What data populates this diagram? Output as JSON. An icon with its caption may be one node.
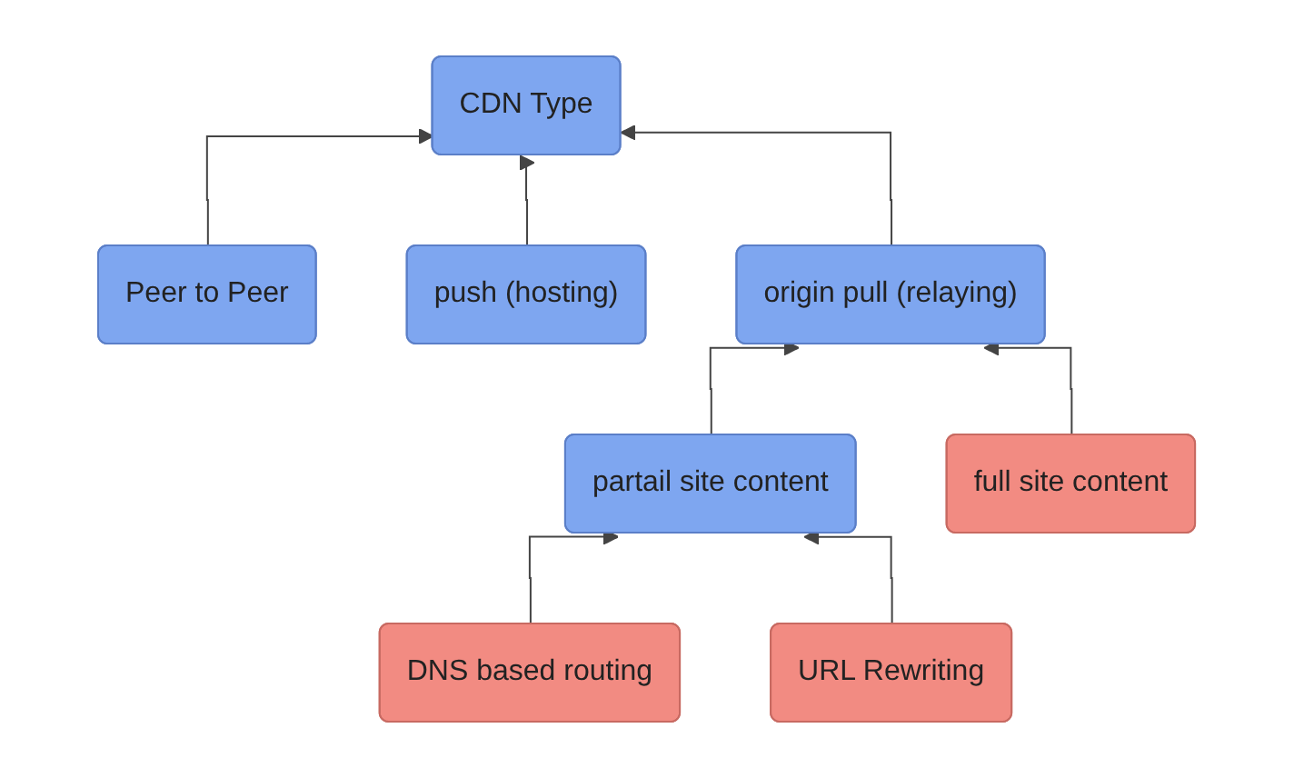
{
  "diagram": {
    "nodes": [
      {
        "text": [
          "CDN Type"
        ]
      },
      {
        "text": [
          "Peer to Peer"
        ]
      },
      {
        "text": [
          "push (hosting)"
        ]
      },
      {
        "text": [
          "origin pull (relaying)"
        ]
      },
      {
        "text": [
          "partail site content"
        ]
      },
      {
        "text": [
          "full site content"
        ]
      },
      {
        "text": [
          "DNS based routing"
        ]
      },
      {
        "text": [
          "URL Rewriting"
        ]
      }
    ],
    "edges": [
      {
        "from": 1,
        "to": 0,
        "arrow": "to"
      },
      {
        "from": 2,
        "to": 0,
        "arrow": "to"
      },
      {
        "from": 3,
        "to": 0,
        "arrow": "to"
      },
      {
        "from": 4,
        "to": 3,
        "arrow": "to"
      },
      {
        "from": 5,
        "to": 3,
        "arrow": "to"
      },
      {
        "from": 6,
        "to": 4,
        "arrow": "to"
      },
      {
        "from": 7,
        "to": 4,
        "arrow": "to"
      }
    ]
  }
}
